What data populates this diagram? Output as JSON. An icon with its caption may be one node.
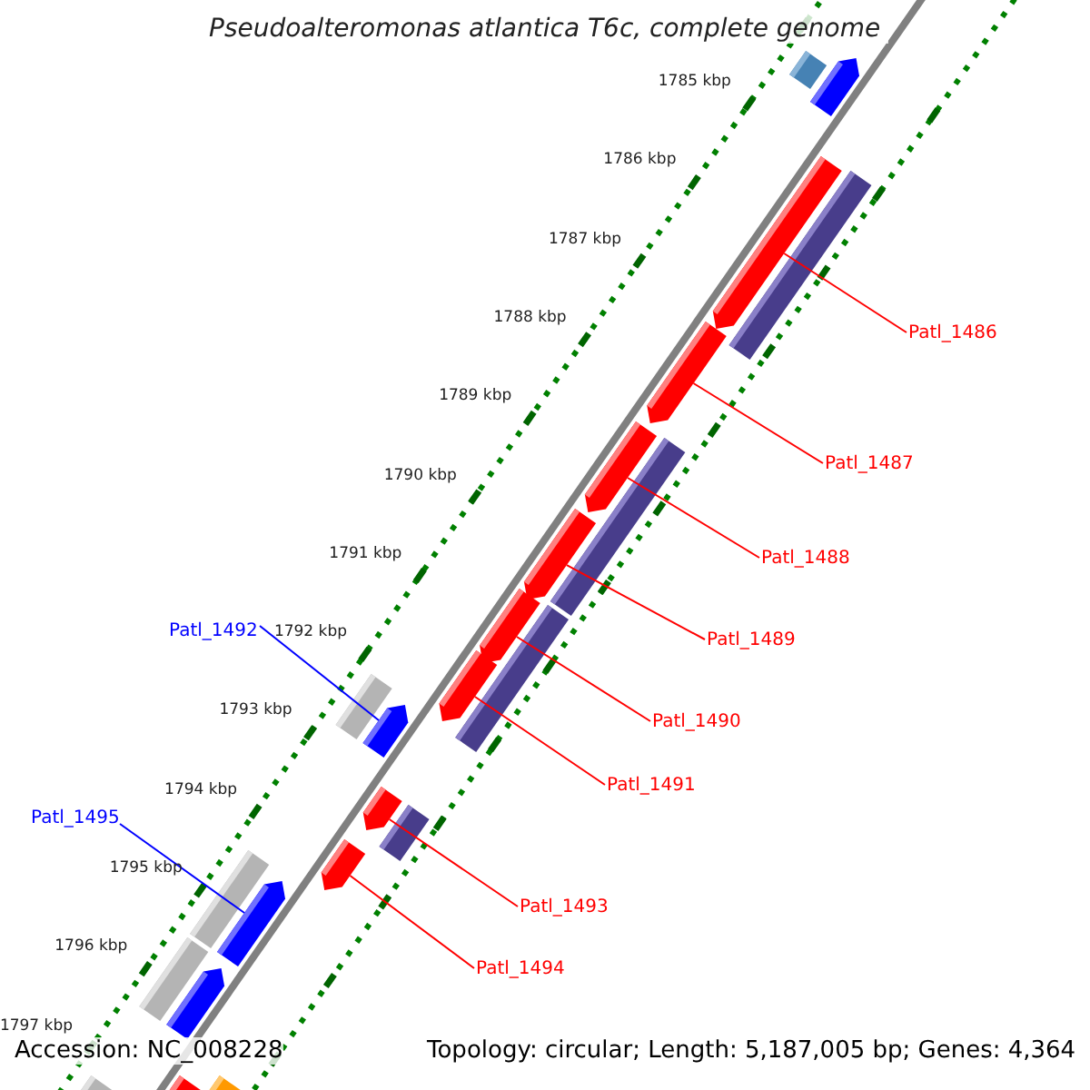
{
  "diagram": {
    "title": "Pseudoalteromonas atlantica T6c, complete genome",
    "nodes": [
      {
        "text": [
          "Patl_1486"
        ]
      },
      {
        "text": [
          "Patl_1487"
        ]
      },
      {
        "text": [
          "Patl_1488"
        ]
      },
      {
        "text": [
          "Patl_1492"
        ]
      },
      {
        "text": [
          "Patl_1489"
        ]
      },
      {
        "text": [
          "Patl_1490"
        ]
      },
      {
        "text": [
          "Patl_1491"
        ]
      },
      {
        "text": [
          "Patl_1495"
        ]
      },
      {
        "text": [
          "Patl_1493"
        ]
      },
      {
        "text": [
          "Patl_1494"
        ]
      },
      {
        "text": [],
        "shape": "bar"
      },
      {
        "text": [],
        "shape": "bar"
      },
      {
        "text": [],
        "shape": "bar"
      },
      {
        "text": [],
        "shape": "bar"
      },
      {
        "text": [],
        "shape": "bar"
      },
      {
        "text": [],
        "shape": "bar"
      },
      {
        "text": [],
        "shape": "bar"
      },
      {
        "text": [],
        "shape": "bar"
      },
      {
        "text": [],
        "shape": "bar"
      },
      {
        "text": [],
        "shape": "bar"
      },
      {
        "text": [],
        "shape": "bar"
      },
      {
        "text": [],
        "shape": "bar"
      },
      {
        "text": [],
        "shape": "bar"
      },
      {
        "text": [],
        "shape": "bar"
      },
      {
        "text": [],
        "shape": "bar"
      },
      {
        "text": [],
        "shape": "bar"
      },
      {
        "text": [],
        "shape": "bar"
      },
      {
        "text": [],
        "shape": "bar"
      },
      {
        "text": [],
        "shape": "bar"
      },
      {
        "text": [],
        "shape": "bar"
      },
      {
        "text": [],
        "shape": "bar"
      },
      {
        "text": [],
        "shape": "bar"
      },
      {
        "text": [],
        "shape": "bar"
      }
    ],
    "edges": [
      {
        "from": 0,
        "to": 10,
        "arrow": "none"
      },
      {
        "from": 1,
        "to": 11,
        "arrow": "none"
      },
      {
        "from": 2,
        "to": 12,
        "arrow": "none"
      },
      {
        "from": 3,
        "to": 13,
        "arrow": "none",
        "color": "#0000ff"
      },
      {
        "from": 4,
        "to": 14,
        "arrow": "none"
      },
      {
        "from": 5,
        "to": 15,
        "arrow": "none"
      },
      {
        "from": 6,
        "to": 16,
        "arrow": "none"
      },
      {
        "from": 7,
        "to": 17,
        "arrow": "none",
        "color": "#0000ff"
      },
      {
        "from": 8,
        "to": 18,
        "arrow": "none"
      },
      {
        "from": 9,
        "to": 19,
        "arrow": "none"
      }
    ],
    "labels": [
      "1785 kbp",
      "1786 kbp",
      "1787 kbp",
      "1788 kbp",
      "1789 kbp",
      "1790 kbp",
      "1791 kbp",
      "1792 kbp",
      "1793 kbp",
      "1794 kbp",
      "1795 kbp",
      "1796 kbp",
      "1797 kbp",
      "Accession: NC_008228",
      "Topology: circular; Length: 5,187,005 bp; Genes: 4,364"
    ]
  }
}
